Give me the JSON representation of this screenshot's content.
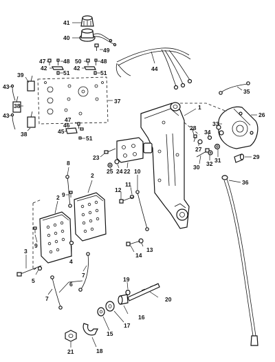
{
  "callouts": [
    {
      "id": "c1",
      "text": "1"
    },
    {
      "id": "c2a",
      "text": "2"
    },
    {
      "id": "c2b",
      "text": "2"
    },
    {
      "id": "c3",
      "text": "3"
    },
    {
      "id": "c4",
      "text": "4"
    },
    {
      "id": "c5",
      "text": "5"
    },
    {
      "id": "c6",
      "text": "6"
    },
    {
      "id": "c7a",
      "text": "7"
    },
    {
      "id": "c7b",
      "text": "7"
    },
    {
      "id": "c8",
      "text": "8"
    },
    {
      "id": "c9a",
      "text": "9"
    },
    {
      "id": "c9b",
      "text": "9"
    },
    {
      "id": "c10",
      "text": "10"
    },
    {
      "id": "c11",
      "text": "11"
    },
    {
      "id": "c12",
      "text": "12"
    },
    {
      "id": "c13",
      "text": "13"
    },
    {
      "id": "c14",
      "text": "14"
    },
    {
      "id": "c15",
      "text": "15"
    },
    {
      "id": "c16",
      "text": "16"
    },
    {
      "id": "c17",
      "text": "17"
    },
    {
      "id": "c18",
      "text": "18"
    },
    {
      "id": "c19",
      "text": "19"
    },
    {
      "id": "c20",
      "text": "20"
    },
    {
      "id": "c21",
      "text": "21"
    },
    {
      "id": "c22",
      "text": "22"
    },
    {
      "id": "c23",
      "text": "23"
    },
    {
      "id": "c24",
      "text": "24"
    },
    {
      "id": "c25",
      "text": "25"
    },
    {
      "id": "c26",
      "text": "26"
    },
    {
      "id": "c27",
      "text": "27"
    },
    {
      "id": "c28",
      "text": "28"
    },
    {
      "id": "c29",
      "text": "29"
    },
    {
      "id": "c30",
      "text": "30"
    },
    {
      "id": "c31",
      "text": "31"
    },
    {
      "id": "c32",
      "text": "32"
    },
    {
      "id": "c33",
      "text": "33"
    },
    {
      "id": "c34",
      "text": "34"
    },
    {
      "id": "c35",
      "text": "35"
    },
    {
      "id": "c36",
      "text": "36"
    },
    {
      "id": "c37",
      "text": "37"
    },
    {
      "id": "c38a",
      "text": "38"
    },
    {
      "id": "c38b",
      "text": "38"
    },
    {
      "id": "c39",
      "text": "39"
    },
    {
      "id": "c40",
      "text": "40"
    },
    {
      "id": "c41",
      "text": "41"
    },
    {
      "id": "c42a",
      "text": "42"
    },
    {
      "id": "c42b",
      "text": "42"
    },
    {
      "id": "c43a",
      "text": "43"
    },
    {
      "id": "c43b",
      "text": "43"
    },
    {
      "id": "c44",
      "text": "44"
    },
    {
      "id": "c45",
      "text": "45"
    },
    {
      "id": "c46",
      "text": "46"
    },
    {
      "id": "c47a",
      "text": "47"
    },
    {
      "id": "c47b",
      "text": "47"
    },
    {
      "id": "c48a",
      "text": "48"
    },
    {
      "id": "c48b",
      "text": "48"
    },
    {
      "id": "c49",
      "text": "49"
    },
    {
      "id": "c50",
      "text": "50"
    },
    {
      "id": "c51a",
      "text": "51"
    },
    {
      "id": "c51b",
      "text": "51"
    },
    {
      "id": "c51c",
      "text": "51"
    }
  ]
}
